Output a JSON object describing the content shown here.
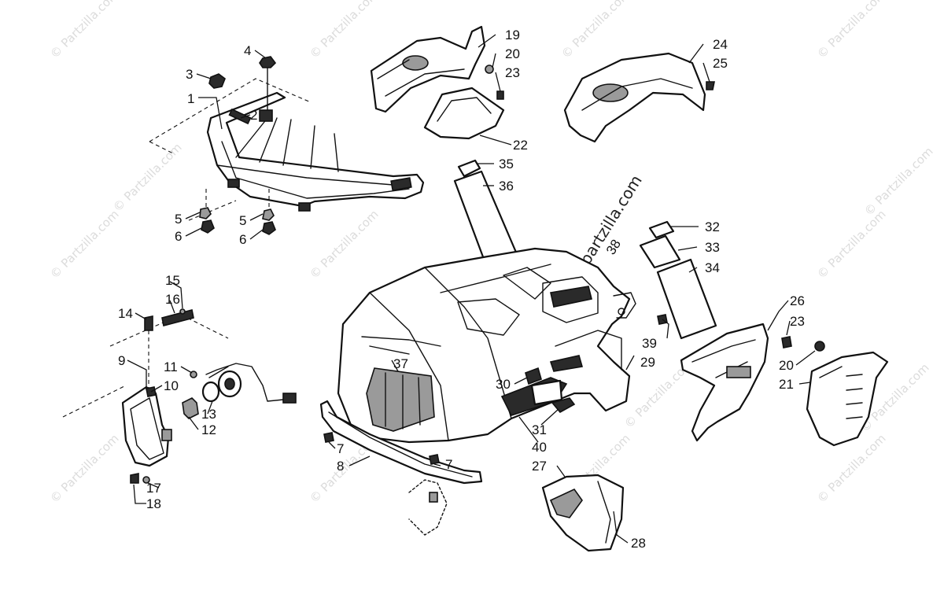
{
  "watermark": {
    "text": "© Partzilla.com",
    "center_text": "partzilla.com"
  },
  "callouts": {
    "c1": "1",
    "c2": "2",
    "c3": "3",
    "c4": "4",
    "c5a": "5",
    "c5b": "5",
    "c6a": "6",
    "c6b": "6",
    "c7a": "7",
    "c7b": "7",
    "c8": "8",
    "c9": "9",
    "c10": "10",
    "c11": "11",
    "c12": "12",
    "c13": "13",
    "c14": "14",
    "c15": "15",
    "c16": "16",
    "c17": "17",
    "c18": "18",
    "c19": "19",
    "c20a": "20",
    "c20b": "20",
    "c21": "21",
    "c22": "22",
    "c23a": "23",
    "c23b": "23",
    "c24": "24",
    "c25": "25",
    "c26": "26",
    "c27": "27",
    "c28": "28",
    "c29": "29",
    "c30": "30",
    "c31": "31",
    "c32": "32",
    "c33": "33",
    "c34": "34",
    "c35": "35",
    "c36": "36",
    "c37": "37",
    "c38": "38",
    "c39": "39",
    "c40": "40"
  },
  "colors": {
    "line": "#111111",
    "watermark": "#dcdcdc",
    "background": "#ffffff"
  }
}
